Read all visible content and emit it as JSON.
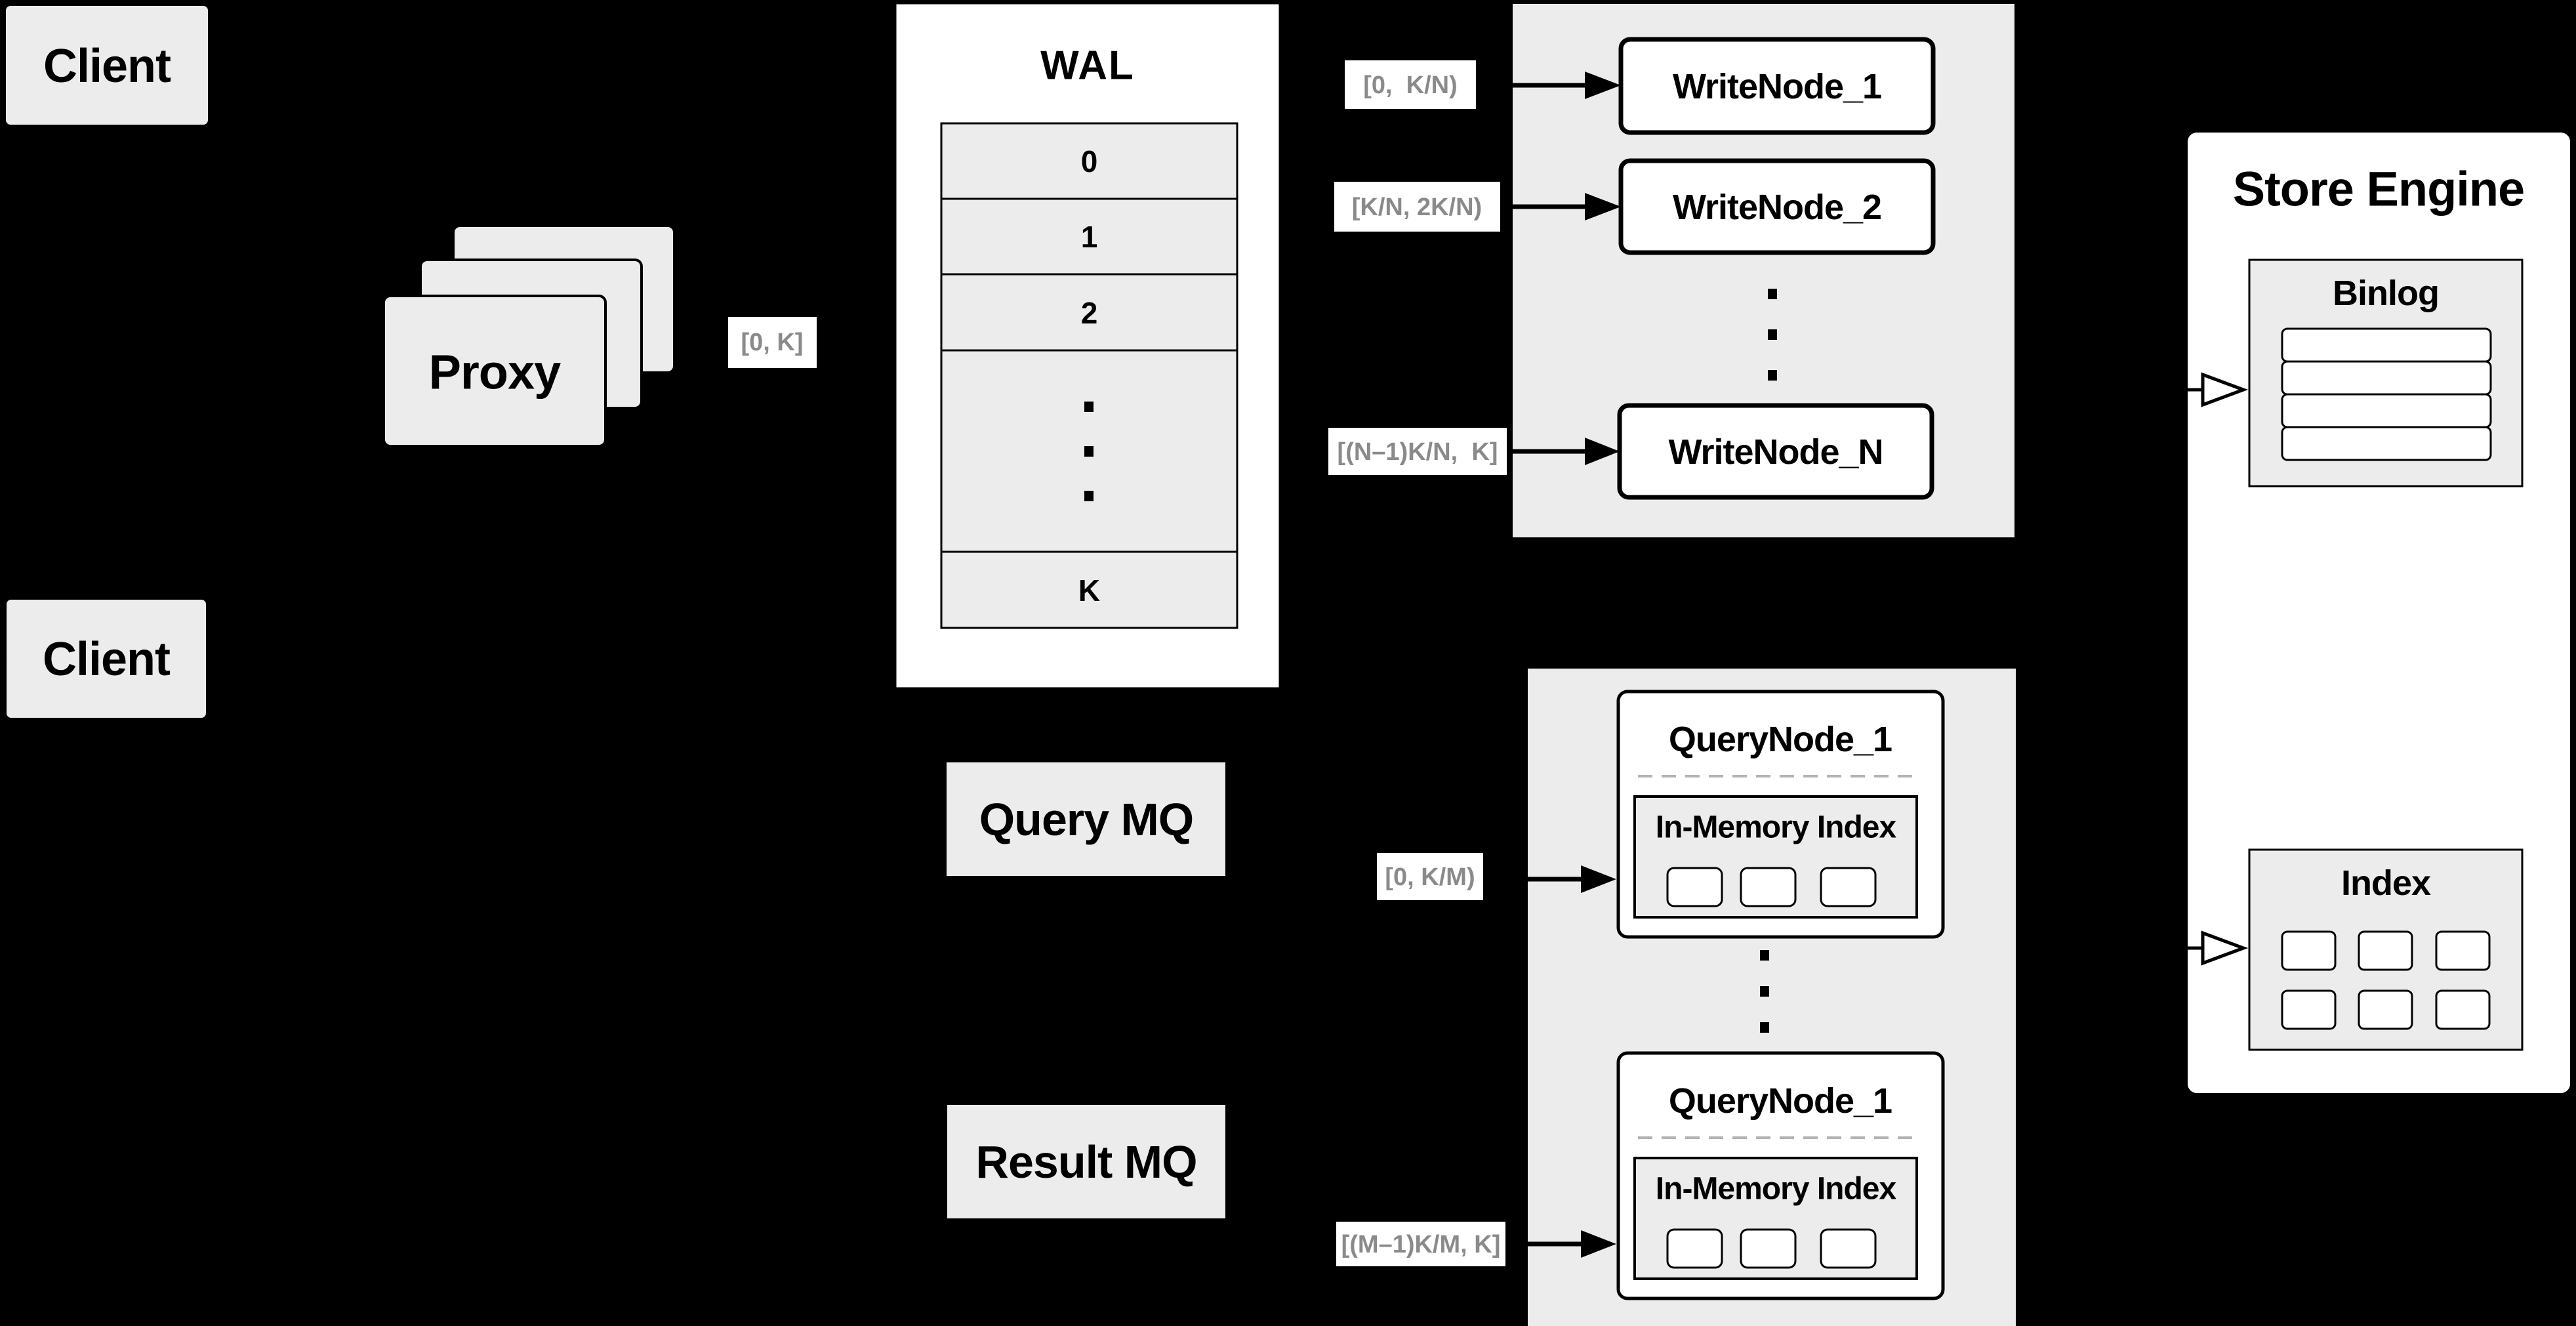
{
  "clients": {
    "top": "Client",
    "bottom": "Client"
  },
  "proxy": {
    "label": "Proxy"
  },
  "wal": {
    "title": "WAL",
    "rows": [
      "0",
      "1",
      "2",
      "K"
    ]
  },
  "range_labels": {
    "client_to_wal": "[0, K]",
    "write_node_1": "[0,  K/N)",
    "write_node_2": "[K/N, 2K/N)",
    "write_node_n": "[(N–1)K/N,  K]",
    "query_node_1": "[0, K/M)",
    "query_node_m": "[(M–1)K/M, K]"
  },
  "write_nodes": {
    "node_1": "WriteNode_1",
    "node_2": "WriteNode_2",
    "node_n": "WriteNode_N"
  },
  "query_nodes": {
    "top": {
      "title": "QueryNode_1",
      "inner_title": "In-Memory Index"
    },
    "bottom": {
      "title": "QueryNode_1",
      "inner_title": "In-Memory Index"
    }
  },
  "message_queues": {
    "query": "Query MQ",
    "result": "Result MQ"
  },
  "store_engine": {
    "title": "Store Engine",
    "binlog_title": "Binlog",
    "index_title": "Index"
  },
  "colors": {
    "background": "#000000",
    "panel_fill": "#ececec",
    "node_fill": "#ffffff",
    "stroke": "#000000",
    "range_label_text": "#8a8a8a",
    "dashed_divider": "#b3b3b3"
  }
}
